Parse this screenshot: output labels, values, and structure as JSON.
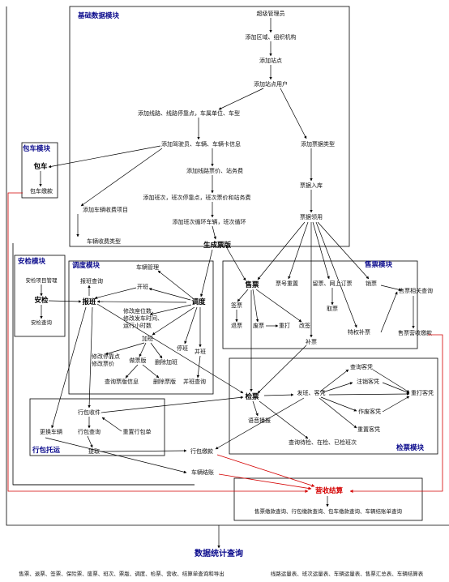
{
  "colors": {
    "module_title": "#0a0a8c",
    "edge": "#000000",
    "revenue_edge": "#d40000"
  },
  "modules": {
    "basic": "基础数据模块",
    "charter": "包车模块",
    "inspection": "安检模块",
    "dispatch": "调度模块",
    "ticketing": "售票模块",
    "checking": "检票模块",
    "luggage": "行包托运"
  },
  "nodes": {
    "super_admin": "超级管理员",
    "add_area": "添加区域、组织机构",
    "add_station": "添加站点",
    "add_station_user": "添加站点用户",
    "add_route": "添加线路、线路停靠点，车属单位、车型",
    "add_driver": "添加驾驶员、车辆、车辆卡信息",
    "add_route_fare": "添加线路票价、站务费",
    "add_shift": "添加班次，班次停靠点，班次票价和站务费",
    "add_fee_item": "添加车辆收费项目",
    "add_cycle": "添加班次循环车辆，班次循环",
    "generate_pool": "生成票版",
    "vehicle_fee_type": "车辆收费类型",
    "add_ticket_type": "添加票据类型",
    "ticket_stock": "票据入库",
    "ticket_use": "票据领用",
    "charter": "包车",
    "charter_pay": "包车缴款",
    "insp_item_mgmt": "安检项目管理",
    "insp": "安检",
    "insp_query": "安检查询",
    "vehicle_mgmt": "车辆管理",
    "report_query": "报班查询",
    "open_shift": "开班",
    "report": "报班",
    "dispatch": "调度",
    "modify_info": [
      "修改座位数、",
      "修改发车时间、",
      "运行小时数"
    ],
    "add_shift2": "加班",
    "modify_stop": [
      "修改停靠点",
      "修改票价"
    ],
    "version": "做票版",
    "delete_add": "删除加班",
    "query_version": "查询票版信息",
    "delete_version": "删除票版",
    "stop_shift": "停班",
    "start_shift": "并班",
    "start_shift_query": "并班查询",
    "sell": "售票",
    "reprint_no": "票号重置",
    "reserve": "留票、网上订票",
    "cancel": "销票",
    "sign": "签票",
    "refund": "退票",
    "void": "废票",
    "reprint": "重打",
    "change": "改签",
    "take": "取票",
    "special": "特权补票",
    "supplement": "补票",
    "ticket_query": "售票相关查询",
    "ticket_revenue": "售票营收缴款",
    "check": "检票",
    "depart": "发班、客凭",
    "voice": "语音播报",
    "query_cert": "查询客凭",
    "cancel_cert": "注销客凭",
    "reprint_cert": "重打客凭",
    "void_cert": "作废客凭",
    "reset_cert": "重置客凭",
    "query_pending": "查询待检、在检、已检班次",
    "luggage_receive": "行包收件",
    "luggage_query": "行包查询",
    "reset_luggage": "重置行包单",
    "change_vehicle": "更换车辆",
    "pickup": "提取",
    "luggage_pay": "行包缴款",
    "vehicle_settle": "车辆结账",
    "revenue": "营收结算",
    "revenue_query": "售票缴款查询、行包缴款查询、包车缴款查询、车辆结账单查询",
    "stats": "数据统计查询",
    "stats_left": "售票、退票、签票、保险票、废票、班次、票版、调度、检票、营收、结算单查询和导出",
    "stats_right": "线路运量表、班次运量表、车辆运量表、售票汇总表、车辆结算表"
  }
}
